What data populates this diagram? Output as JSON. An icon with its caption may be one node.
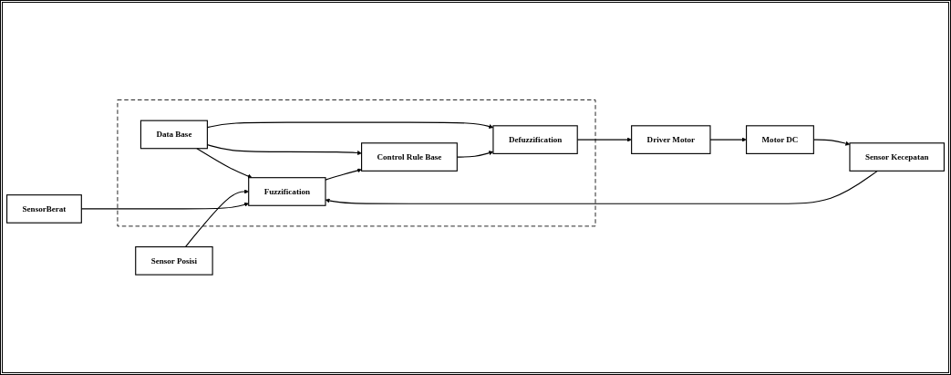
{
  "diagram": {
    "nodes": [
      {
        "text": [],
        "shape": "box"
      },
      {
        "text": [
          "Data Base"
        ],
        "in": 0
      },
      {
        "text": [
          "Fuzzification"
        ],
        "in": 0
      },
      {
        "text": [
          "Control Rule Base"
        ],
        "in": 0
      },
      {
        "text": [
          "Defuzzification"
        ],
        "in": 0
      },
      {
        "text": [
          "Driver Motor"
        ]
      },
      {
        "text": [
          "Motor DC"
        ]
      },
      {
        "text": [
          "Sensor Kecepatan"
        ]
      },
      {
        "text": [
          "Sensor Posisi"
        ]
      },
      {
        "text": [
          "SensorBerat"
        ]
      }
    ],
    "edges": [
      {
        "from": 1,
        "to": 2,
        "arrow": "to"
      },
      {
        "from": 1,
        "to": 3,
        "arrow": "to"
      },
      {
        "from": 1,
        "to": 4,
        "arrow": "to"
      },
      {
        "from": 2,
        "to": 3,
        "arrow": "to"
      },
      {
        "from": 3,
        "to": 4,
        "arrow": "to"
      },
      {
        "from": 4,
        "to": 5,
        "arrow": "to"
      },
      {
        "from": 5,
        "to": 6,
        "arrow": "to"
      },
      {
        "from": 6,
        "to": 7,
        "arrow": "to"
      },
      {
        "from": 7,
        "to": 2,
        "arrow": "to"
      },
      {
        "from": 8,
        "to": 2,
        "arrow": "to"
      },
      {
        "from": 9,
        "to": 2,
        "arrow": "to"
      }
    ]
  }
}
